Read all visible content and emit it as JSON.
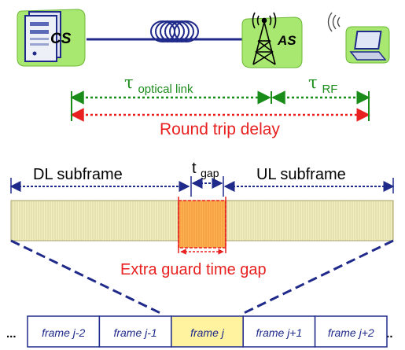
{
  "nodes": {
    "cs": {
      "label": "CS",
      "icon": "server-computer-icon"
    },
    "as": {
      "label": "AS",
      "icon": "antenna-tower-icon"
    },
    "terminal": {
      "icon": "wireless-laptop-icon"
    },
    "fiber": {
      "icon": "optical-fiber-coil-icon"
    }
  },
  "delays": {
    "optical_symbol": "τ",
    "optical_sub": "optical link",
    "rf_symbol": "τ",
    "rf_sub": "RF",
    "round_trip": "Round trip delay"
  },
  "subframes": {
    "dl": "DL subframe",
    "ul": "UL subframe",
    "gap_symbol": "t",
    "gap_sub": "gap",
    "guard": "Extra guard time gap"
  },
  "frames": {
    "ellipsis_left": "...",
    "ellipsis_right": "...",
    "cells": [
      {
        "name": "frame",
        "index": "j-2"
      },
      {
        "name": "frame",
        "index": "j-1"
      },
      {
        "name": "frame",
        "index": "j"
      },
      {
        "name": "frame",
        "index": "j+1"
      },
      {
        "name": "frame",
        "index": "j+2"
      }
    ],
    "highlight_index": 2
  },
  "colors": {
    "green": "#1a8c1a",
    "red": "#e82020",
    "navy": "#1f2a8a",
    "panel_green": "#a8e870",
    "subframe_fill": "#f2f0bf",
    "gap_fill": "#ffb050",
    "frame_highlight": "#fff3a0"
  }
}
